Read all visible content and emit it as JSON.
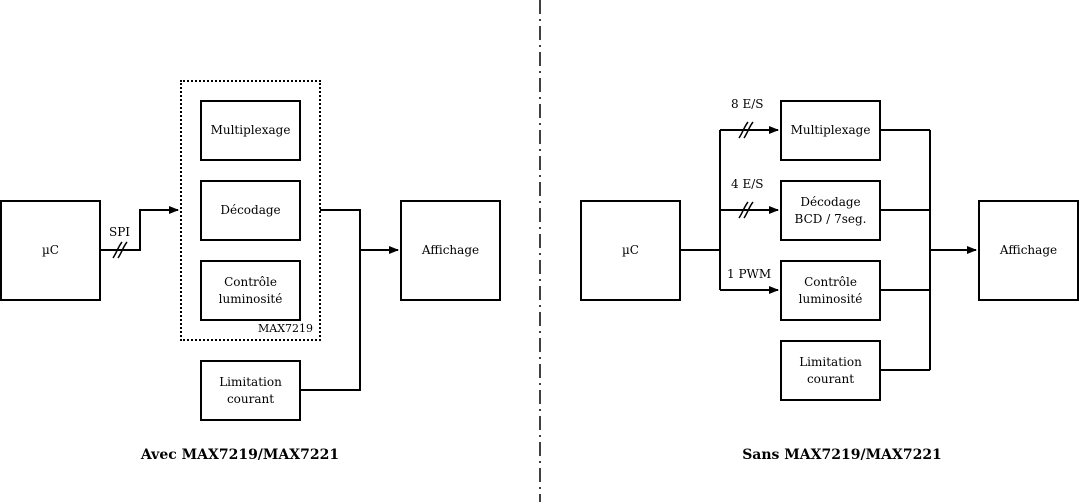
{
  "left": {
    "caption": "Avec MAX7219/MAX7221",
    "uc": "µC",
    "bus_label": "SPI",
    "chip_label": "MAX7219",
    "multiplexage": "Multiplexage",
    "decodage": "Décodage",
    "controle_line1": "Contrôle",
    "controle_line2": "luminosité",
    "limitation_line1": "Limitation",
    "limitation_line2": "courant",
    "affichage": "Affichage"
  },
  "right": {
    "caption": "Sans MAX7219/MAX7221",
    "uc": "µC",
    "io_multiplexage": "8 E/S",
    "io_decodage": "4 E/S",
    "io_controle": "1 PWM",
    "multiplexage": "Multiplexage",
    "decodage_line1": "Décodage",
    "decodage_line2": "BCD / 7seg.",
    "controle_line1": "Contrôle",
    "controle_line2": "luminosité",
    "limitation_line1": "Limitation",
    "limitation_line2": "courant",
    "affichage": "Affichage"
  }
}
